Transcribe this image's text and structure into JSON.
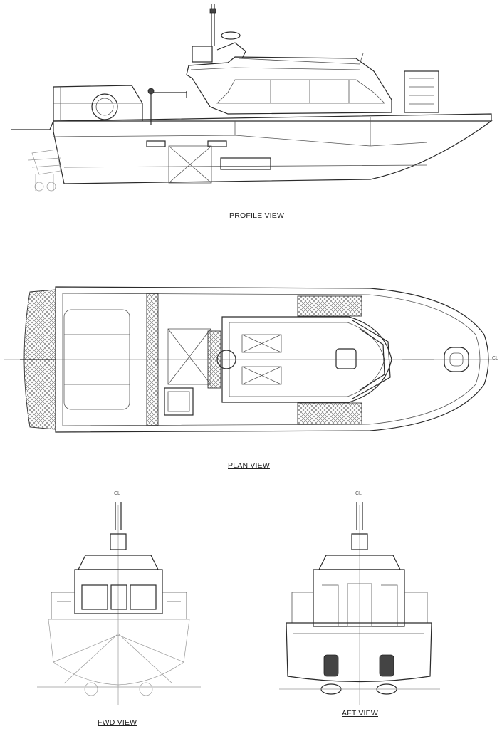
{
  "views": {
    "profile": {
      "label": "PROFILE VIEW"
    },
    "plan": {
      "label": "PLAN VIEW"
    },
    "fwd": {
      "label": "FWD VIEW"
    },
    "aft": {
      "label": "AFT VIEW"
    }
  },
  "centerline_label": "CL",
  "colors": {
    "line": "#2a2a2a",
    "background": "#ffffff"
  }
}
